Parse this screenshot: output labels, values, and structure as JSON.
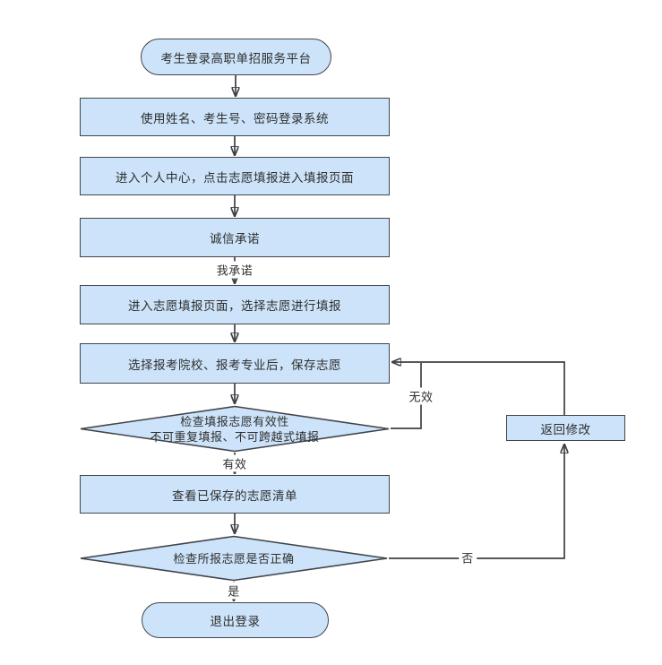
{
  "flowchart": {
    "nodes": {
      "start": {
        "type": "terminator",
        "label": "考生登录高职单招服务平台"
      },
      "login": {
        "type": "process",
        "label": "使用姓名、考生号、密码登录系统"
      },
      "personal_center": {
        "type": "process",
        "label": "进入个人中心，点击志愿填报进入填报页面"
      },
      "integrity_pledge": {
        "type": "process",
        "label": "诚信承诺"
      },
      "enter_fill_page": {
        "type": "process",
        "label": "进入志愿填报页面，选择志愿进行填报"
      },
      "save_choice": {
        "type": "process",
        "label": "选择报考院校、报考专业后，保存志愿"
      },
      "check_valid": {
        "type": "decision",
        "label_line1": "检查填报志愿有效性",
        "label_line2": "不可重复填报、不可跨越式填报"
      },
      "view_saved": {
        "type": "process",
        "label": "查看已保存的志愿清单"
      },
      "check_correct": {
        "type": "decision",
        "label": "检查所报志愿是否正确"
      },
      "return_modify": {
        "type": "process",
        "label": "返回修改"
      },
      "end": {
        "type": "terminator",
        "label": "退出登录"
      }
    },
    "edge_labels": {
      "promise": "我承诺",
      "valid": "有效",
      "invalid": "无效",
      "yes": "是",
      "no": "否"
    },
    "colors": {
      "node_fill": "#cce3f9",
      "node_border": "#41454b",
      "connector": "#3d4045",
      "text": "#2f2f2f",
      "background": "#ffffff"
    }
  }
}
